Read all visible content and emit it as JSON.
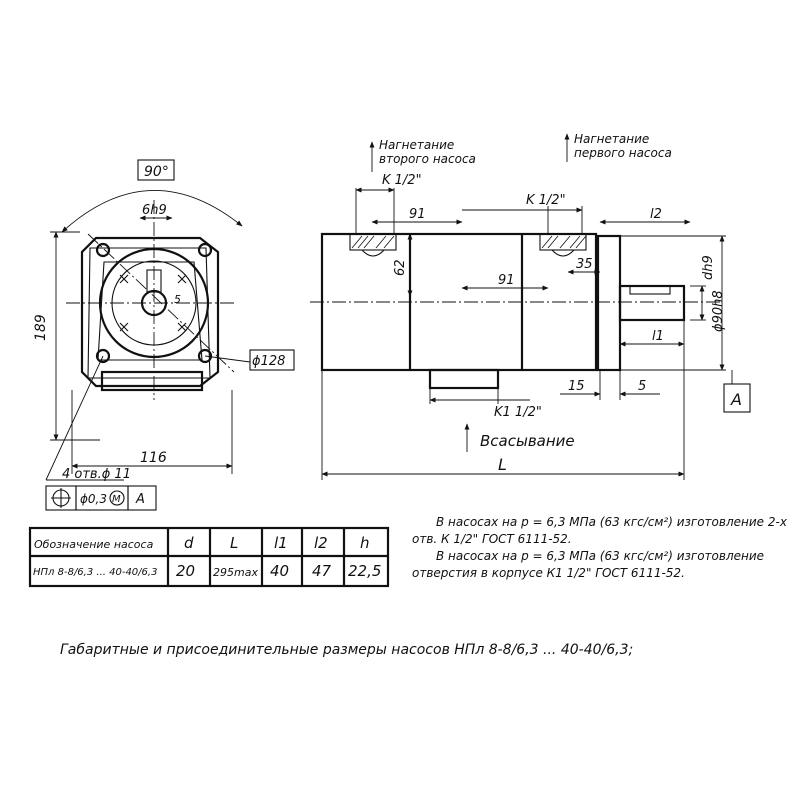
{
  "front_view": {
    "angle": "90°",
    "key": "6h9",
    "dim_five": "5",
    "height": "189",
    "width": "116",
    "pcd": "ϕ128",
    "holes": "4 отв.ϕ 11",
    "tolerance_value": "ϕ0,3",
    "tolerance_modifier": "M",
    "datum": "A"
  },
  "side_view": {
    "note_second": [
      "Нагнетание",
      "второго насоса"
    ],
    "note_first": [
      "Нагнетание",
      "первого насоса"
    ],
    "k_left": "K 1/2\"",
    "k_right": "K 1/2\"",
    "k_bottom": "K1 1/2\"",
    "d91_top": "91",
    "d91_mid": "91",
    "d62": "62",
    "d35": "35",
    "d15": "15",
    "d5": "5",
    "l1": "l1",
    "l2": "l2",
    "dh9": "dh9",
    "d90": "ϕ90h8",
    "datum": "A",
    "suction": "Всасывание",
    "length": "L"
  },
  "table": {
    "header_designation": "Обозначение насоса",
    "headers": [
      "d",
      "L",
      "l1",
      "l2",
      "h"
    ],
    "row_designation": "НПл 8-8/6,3 ... 40-40/6,3",
    "row_values": [
      "20",
      "295max",
      "40",
      "47",
      "22,5"
    ]
  },
  "notes": [
    "В насосах на p = 6,3 МПа (63 кгс/см²) изготовление 2-х отв. К 1/2\" ГОСТ 6111-52.",
    "В насосах на p = 6,3 МПа (63 кгс/см²) изготовление отверстия в корпусе К1 1/2\" ГОСТ 6111-52."
  ],
  "caption": "Габаритные и присоединительные размеры насосов НПл 8-8/6,3 ... 40-40/6,3;"
}
